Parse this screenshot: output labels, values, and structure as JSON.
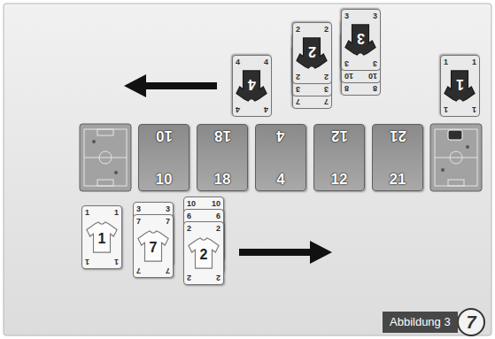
{
  "diagram": {
    "caption": "Abbildung 3",
    "nodes": [
      {
        "text": [
          "4",
          "4",
          "4",
          "4",
          "4"
        ]
      },
      {
        "text": [
          "7",
          "7"
        ]
      },
      {
        "text": [
          "3",
          "3"
        ]
      },
      {
        "text": [
          "2",
          "2",
          "2",
          "2",
          "2"
        ]
      },
      {
        "text": [
          "8",
          "8"
        ]
      },
      {
        "text": [
          "10",
          "10"
        ]
      },
      {
        "text": [
          "3",
          "3",
          "3",
          "3",
          "3"
        ]
      },
      {
        "text": [
          "1",
          "1",
          "1",
          "1",
          "1"
        ]
      },
      {
        "text": [
          "10",
          "10"
        ]
      },
      {
        "text": [
          "18",
          "18"
        ]
      },
      {
        "text": [
          "4",
          "4"
        ]
      },
      {
        "text": [
          "12",
          "12"
        ]
      },
      {
        "text": [
          "21",
          "21"
        ]
      },
      {
        "text": [
          "1",
          "1",
          "1",
          "1",
          "1"
        ]
      },
      {
        "text": [
          "3",
          "3"
        ]
      },
      {
        "text": [
          "7",
          "7",
          "7",
          "7",
          "7"
        ]
      },
      {
        "text": [
          "10",
          "10"
        ]
      },
      {
        "text": [
          "6",
          "6"
        ]
      },
      {
        "text": [
          "2",
          "2",
          "2",
          "2",
          "2"
        ]
      }
    ],
    "labels": [
      "7"
    ]
  }
}
